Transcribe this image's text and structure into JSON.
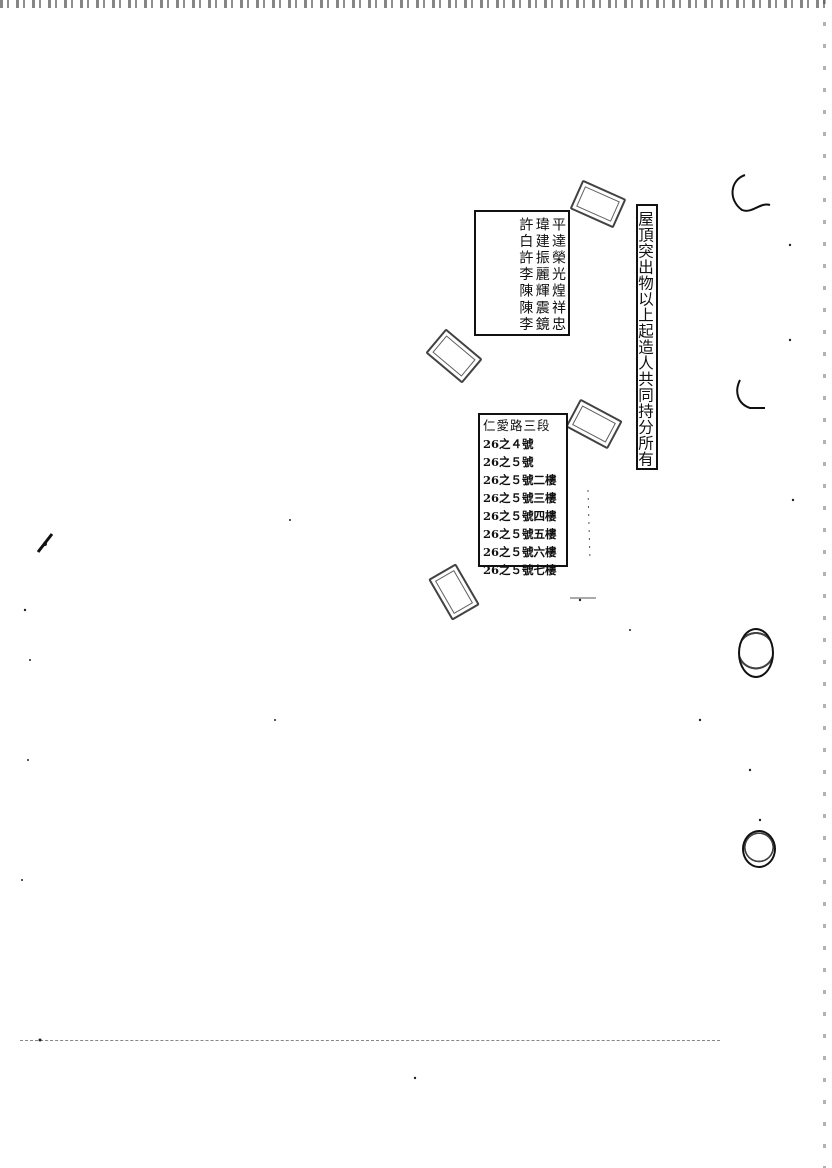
{
  "document": {
    "vertical_title": "屋頂突出物以上起造人共同持分所有",
    "owners_columns": [
      "平達榮光煌祥忠",
      "瑋建振麗輝震鏡",
      "許白許李陳陳李"
    ],
    "address": {
      "heading": "仁愛路三段",
      "rows": [
        "26之４號",
        "26之５號",
        "26之５號二樓",
        "26之５號三樓",
        "26之５號四樓",
        "26之５號五樓",
        "26之５號六樓",
        "26之５號七樓"
      ]
    }
  },
  "colors": {
    "ink": "#111111",
    "paper": "#ffffff"
  }
}
